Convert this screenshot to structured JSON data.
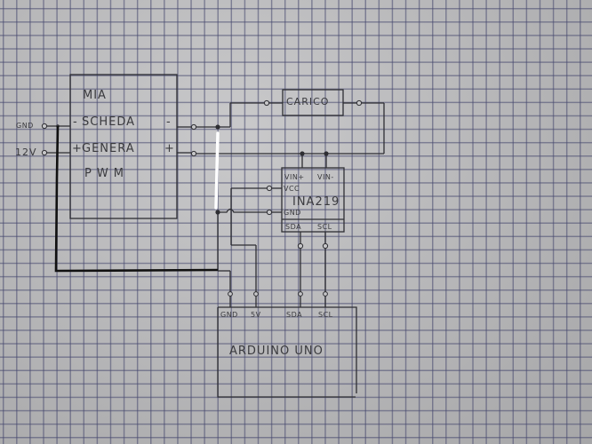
{
  "diagram": {
    "type": "hand-drawn circuit schematic on graph paper",
    "colors": {
      "ink": "#3a3a3e",
      "bold_wire": "#111111",
      "paper": "#bdbdbf",
      "grid": "#46486e",
      "highlight": "#ffffff"
    },
    "pwm_board": {
      "title_lines": [
        "MIA",
        "SCHEDA",
        "GENERA",
        "PWM"
      ],
      "left_pins": {
        "minus": "-",
        "plus": "+"
      },
      "right_pins": {
        "minus": "-",
        "plus": "+"
      }
    },
    "supply": {
      "gnd_label": "GND",
      "v12_label": "12V"
    },
    "load": {
      "label": "CARICO"
    },
    "ina219": {
      "label": "INA219",
      "pins": {
        "vin_plus": "VIN+",
        "vin_minus": "VIN-",
        "vcc": "VCC",
        "gnd": "GND",
        "sda": "SDA",
        "scl": "SCL"
      }
    },
    "arduino": {
      "label": "ARDUINO UNO",
      "pins": {
        "gnd": "GND",
        "v5": "5V",
        "sda": "SDA",
        "scl": "SCL"
      }
    }
  }
}
